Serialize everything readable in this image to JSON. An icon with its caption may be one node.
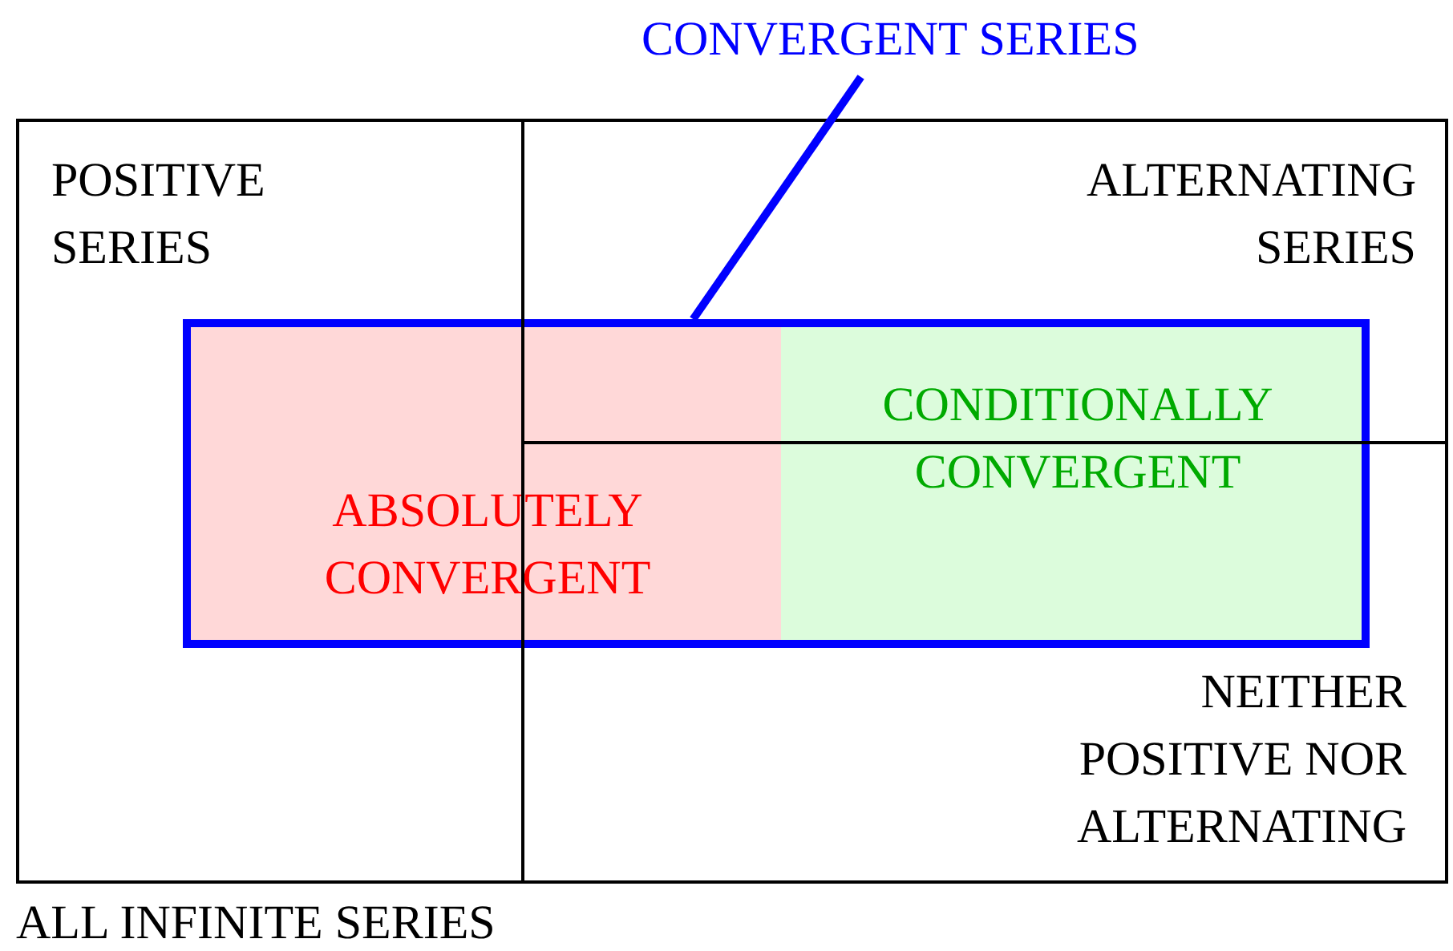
{
  "diagram": {
    "nodes": [
      {
        "text": [
          "ALL INFINITE SERIES"
        ]
      },
      {
        "text": [
          "POSITIVE SERIES"
        ],
        "in": 0
      },
      {
        "text": [
          "ALTERNATING SERIES"
        ],
        "in": 0
      },
      {
        "text": [
          "NEITHER POSITIVE NOR ALTERNATING"
        ],
        "in": 0
      },
      {
        "text": [
          "CONVERGENT SERIES"
        ]
      },
      {
        "text": [],
        "shape": "box",
        "in": 0
      },
      {
        "text": [
          "ABSOLUTELY CONVERGENT"
        ],
        "in": 5
      },
      {
        "text": [
          "CONDITIONALLY CONVERGENT"
        ],
        "in": 5
      }
    ],
    "edges": [
      {
        "from": 4,
        "to": 5,
        "arrow": "none"
      }
    ]
  }
}
